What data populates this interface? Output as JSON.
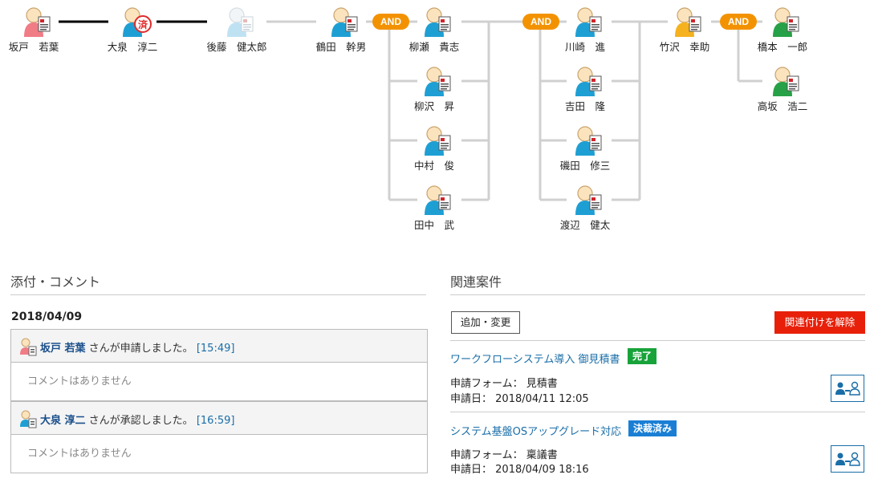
{
  "flow": {
    "and_label": "AND",
    "nodes": [
      {
        "name": "坂戸　若葉",
        "color": "#f07c86",
        "state": "applicant"
      },
      {
        "name": "大泉　淳二",
        "color": "#1e9fd4",
        "state": "done",
        "stamp": "済"
      },
      {
        "name": "後藤　健太郎",
        "color": "#bfe2f3",
        "state": "skipped"
      },
      {
        "name": "鶴田　幹男",
        "color": "#1e9fd4",
        "state": "pending"
      },
      {
        "name": "柳瀬　貴志",
        "color": "#1e9fd4",
        "state": "pending"
      },
      {
        "name": "柳沢　昇",
        "color": "#1e9fd4",
        "state": "pending"
      },
      {
        "name": "中村　俊",
        "color": "#1e9fd4",
        "state": "pending"
      },
      {
        "name": "田中　武",
        "color": "#1e9fd4",
        "state": "pending"
      },
      {
        "name": "川崎　進",
        "color": "#1e9fd4",
        "state": "pending"
      },
      {
        "name": "吉田　隆",
        "color": "#1e9fd4",
        "state": "pending"
      },
      {
        "name": "磯田　修三",
        "color": "#1e9fd4",
        "state": "pending"
      },
      {
        "name": "渡辺　健太",
        "color": "#1e9fd4",
        "state": "pending"
      },
      {
        "name": "竹沢　幸助",
        "color": "#f5b21e",
        "state": "pending"
      },
      {
        "name": "橋本　一郎",
        "color": "#27a147",
        "state": "pending"
      },
      {
        "name": "高坂　浩二",
        "color": "#27a147",
        "state": "pending"
      }
    ]
  },
  "comments_section": {
    "title": "添付・コメント",
    "date": "2018/04/09",
    "entries": [
      {
        "who": "坂戸 若葉",
        "action": "さんが申請しました。",
        "time": "[15:49]",
        "body": "コメントはありません",
        "icon_color": "#f07c86"
      },
      {
        "who": "大泉 淳二",
        "action": "さんが承認しました。",
        "time": "[16:59]",
        "body": "コメントはありません",
        "icon_color": "#1e9fd4"
      }
    ]
  },
  "related_section": {
    "title": "関連案件",
    "add_button": "追加・変更",
    "unlink_button": "関連付けを解除",
    "cases": [
      {
        "title": "ワークフローシステム導入 御見積書",
        "status": "完了",
        "status_color": "#18a33a",
        "form_label": "申請フォーム：",
        "form": "見積書",
        "date_label": "申請日：",
        "date": "2018/04/11 12:05"
      },
      {
        "title": "システム基盤OSアップグレード対応",
        "status": "決裁済み",
        "status_color": "#1a7fd4",
        "form_label": "申請フォーム：",
        "form": "稟議書",
        "date_label": "申請日：",
        "date": "2018/04/09 18:16"
      }
    ]
  }
}
